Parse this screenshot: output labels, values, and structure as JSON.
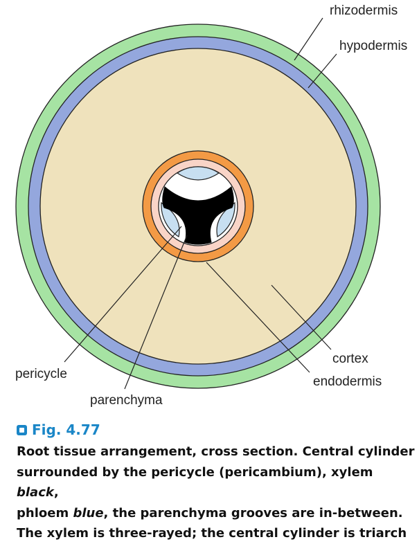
{
  "figure": {
    "labels": {
      "rhizodermis": "rhizodermis",
      "hypodermis": "hypodermis",
      "cortex": "cortex",
      "endodermis": "endodermis",
      "pericycle": "pericycle",
      "parenchyma": "parenchyma"
    },
    "colors": {
      "rhizodermis": "#a6e3a3",
      "hypodermis": "#94a7dd",
      "cortex": "#efe2bc",
      "endodermis": "#f39a45",
      "pericycle": "#f9d4c7",
      "parenchyma": "#ffffff",
      "phloem": "#c7dff1",
      "xylem": "#000000"
    }
  },
  "caption": {
    "fig_number": "Fig. 4.77",
    "line1": "Root tissue arrangement, cross section. Central cylinder",
    "line2_a": "surrounded by the pericycle (pericambium), xylem ",
    "line2_b": "black",
    "line2_c": ",",
    "line3_a": "phloem ",
    "line3_b": "blue",
    "line3_c": ", the parenchyma grooves are in-between.",
    "line4": "The xylem is three-rayed; the central cylinder is triarch"
  }
}
